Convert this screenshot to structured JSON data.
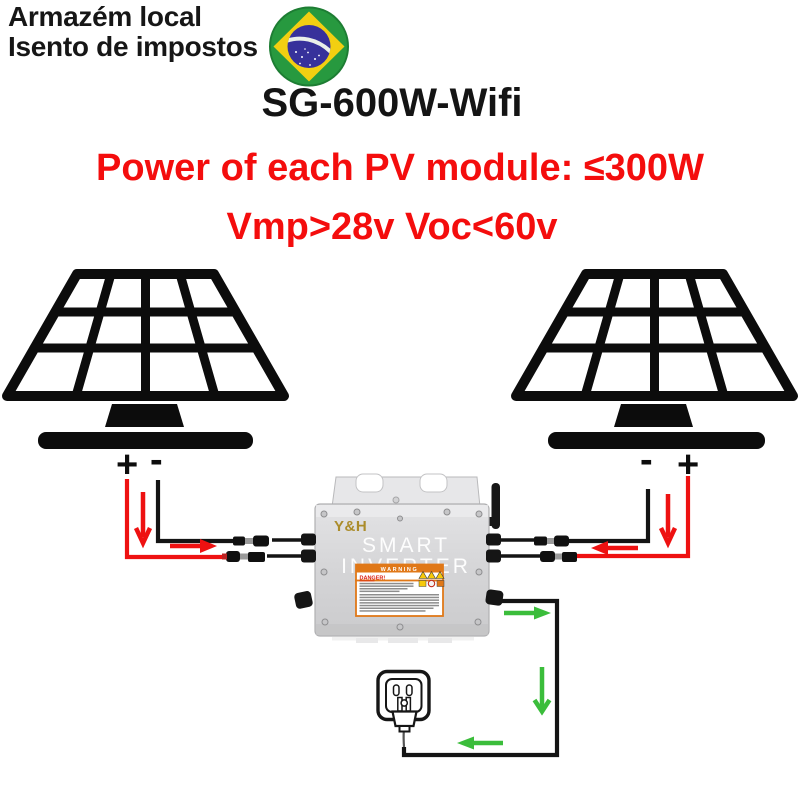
{
  "header": {
    "warehouse_line1": "Armazém local",
    "warehouse_line2": "Isento de impostos",
    "title": "SG-600W-Wifi"
  },
  "specs": {
    "power_line": "Power of each PV module: ≤300W",
    "voltage_line": "Vmp>28v Voc<60v",
    "text_color": "#f40d0d"
  },
  "icons": {
    "flag": "brazil-flag-icon",
    "left_panel": "pv-module-icon",
    "right_panel": "pv-module-icon",
    "outlet": "ac-wall-outlet-icon",
    "antenna": "wifi-antenna-icon"
  },
  "diagram": {
    "left_panel": {
      "positive_label": "+",
      "negative_label": "-"
    },
    "right_panel": {
      "negative_label": "-",
      "positive_label": "+"
    },
    "inverter": {
      "brand": "Y&H",
      "product_line1": "SMART",
      "product_line2": "INVERTER",
      "brand_color": "#ab8c2b",
      "body_color": "#d5d5d7",
      "warning_label": {
        "header": "WARNING",
        "danger": "DANGER!",
        "header_color": "#e07818",
        "danger_color": "#da1f10"
      }
    },
    "wire_colors": {
      "dc_positive": "#ee1111",
      "dc_negative": "#141414",
      "ac_cable": "#141414",
      "flow_arrow_green": "#3bbd3b",
      "flow_arrow_red": "#ee1111"
    },
    "flag_colors": {
      "green": "#27993f",
      "yellow": "#f2cf11",
      "blue": "#37319b"
    }
  }
}
